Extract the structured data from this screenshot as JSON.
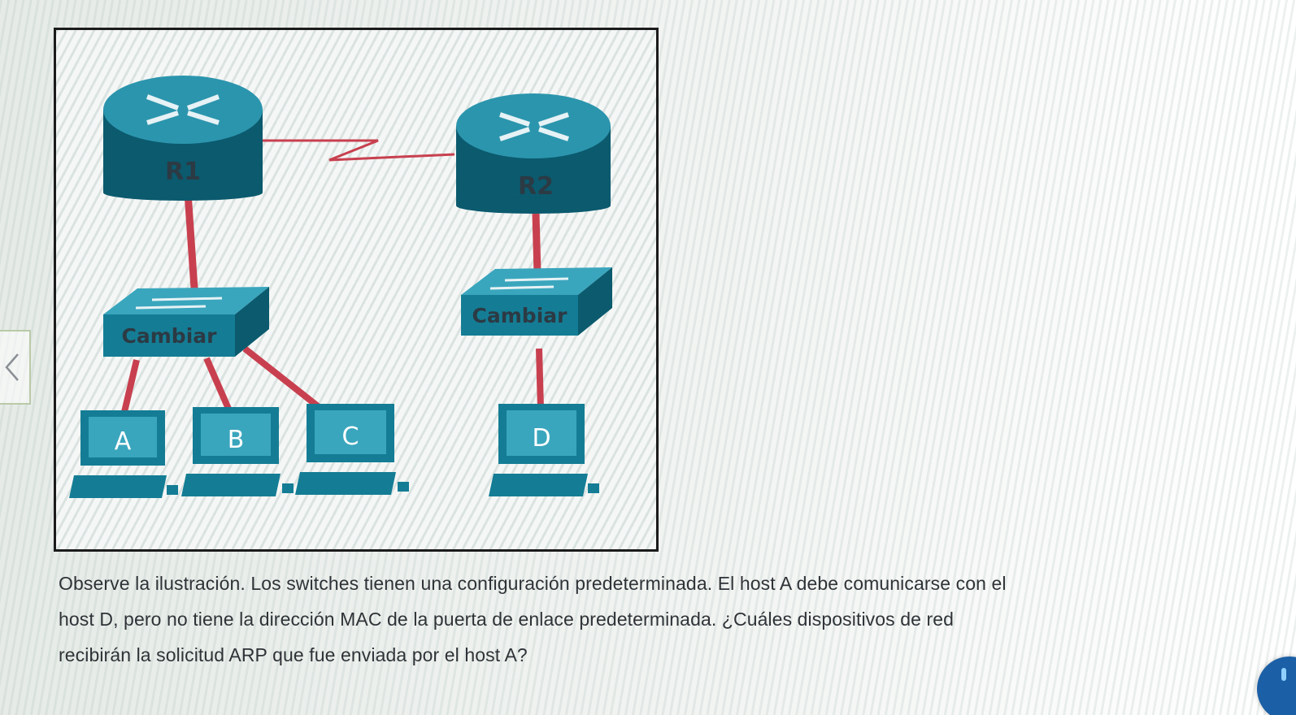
{
  "diagram": {
    "routers": [
      {
        "id": "r1",
        "label": "R1"
      },
      {
        "id": "r2",
        "label": "R2"
      }
    ],
    "switches": [
      {
        "id": "sw1",
        "label": "Cambiar"
      },
      {
        "id": "sw2",
        "label": "Cambiar"
      }
    ],
    "hosts": [
      {
        "id": "a",
        "label": "A"
      },
      {
        "id": "b",
        "label": "B"
      },
      {
        "id": "c",
        "label": "C"
      },
      {
        "id": "d",
        "label": "D"
      }
    ],
    "colors": {
      "device_teal": "#147d95",
      "device_dark": "#0b5a6e",
      "device_light": "#3aa6bd",
      "link_red": "#c8404f"
    }
  },
  "question": {
    "line1": "Observe la ilustración. Los switches tienen una configuración predeterminada. El host A debe comunicarse con el",
    "line2": "host D, pero no tiene la dirección MAC de la puerta de enlace predeterminada. ¿Cuáles dispositivos de red",
    "line3": "recibirán la solicitud ARP que fue enviada por el host A?"
  },
  "nav": {
    "prev_icon": "chevron-left-icon"
  }
}
